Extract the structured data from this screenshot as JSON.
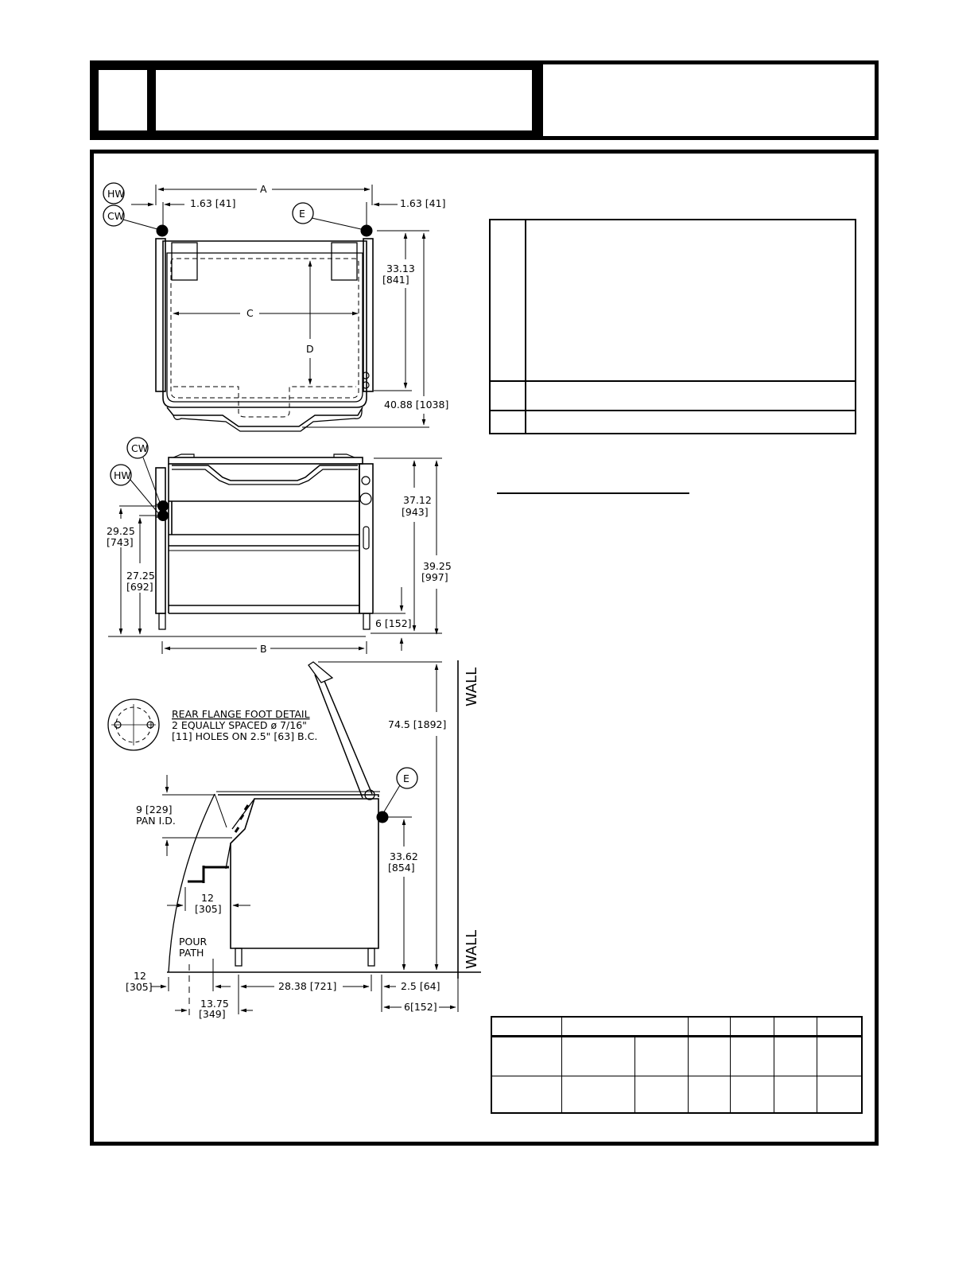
{
  "labels": {
    "hw": "HW",
    "cw": "CW",
    "e": "E",
    "a": "A",
    "b": "B",
    "c": "C",
    "d": "D",
    "wall": "WALL"
  },
  "dimensions": {
    "top_left_offset": "1.63 [41]",
    "top_right_offset": "1.63 [41]",
    "depth_33_13": "33.13",
    "depth_33_13_mm": "[841]",
    "depth_40_88": "40.88 [1038]",
    "height_37_12": "37.12",
    "height_37_12_mm": "[943]",
    "height_39_25": "39.25",
    "height_39_25_mm": "[997]",
    "leg_6": "6 [152]",
    "hw_29_25": "29.25",
    "hw_29_25_mm": "[743]",
    "cw_27_25": "27.25",
    "cw_27_25_mm": "[692]",
    "tilt_74_5": "74.5 [1892]",
    "pan_9": "9 [229]",
    "pan_id": "PAN I.D.",
    "e_33_62": "33.62",
    "e_33_62_mm": "[854]",
    "clear_12": "12",
    "clear_12_mm": "[305]",
    "pour_path_1": "POUR",
    "pour_path_2": "PATH",
    "floor_12": "12",
    "floor_12_mm": "[305]",
    "floor_13_75": "13.75",
    "floor_13_75_mm": "[349]",
    "legs_28_38": "28.38 [721]",
    "wall_2_5": "2.5 [64]",
    "wall_6": "6[152]"
  },
  "foot_detail": {
    "title": "REAR FLANGE FOOT DETAIL",
    "line1": "2 EQUALLY SPACED ø 7/16\"",
    "line2": "[11] HOLES ON 2.5\" [63] B.C."
  }
}
